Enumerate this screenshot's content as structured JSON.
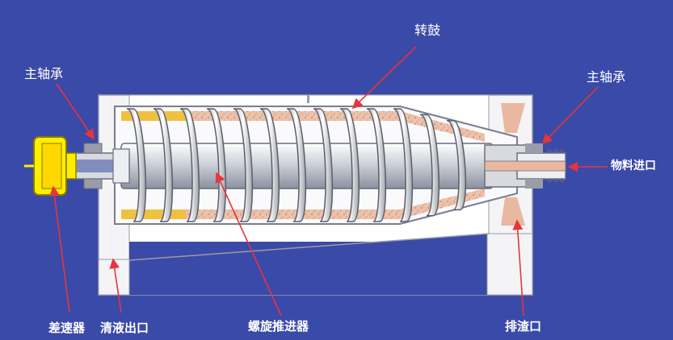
{
  "labels": {
    "drum": "转鼓",
    "main_bearing_left": "主轴承",
    "main_bearing_right": "主轴承",
    "material_inlet": "物料进口",
    "differential": "差速器",
    "liquid_outlet": "清液出口",
    "screw_conveyor": "螺旋推进器",
    "solids_outlet": "排渣口"
  },
  "colors": {
    "background": "#3a4aa8",
    "arrow": "#e8343c",
    "gear": "#ffee00",
    "sludge": "#e8b8a0",
    "liquid": "#f0c040",
    "housing": "#f4f4f6"
  }
}
